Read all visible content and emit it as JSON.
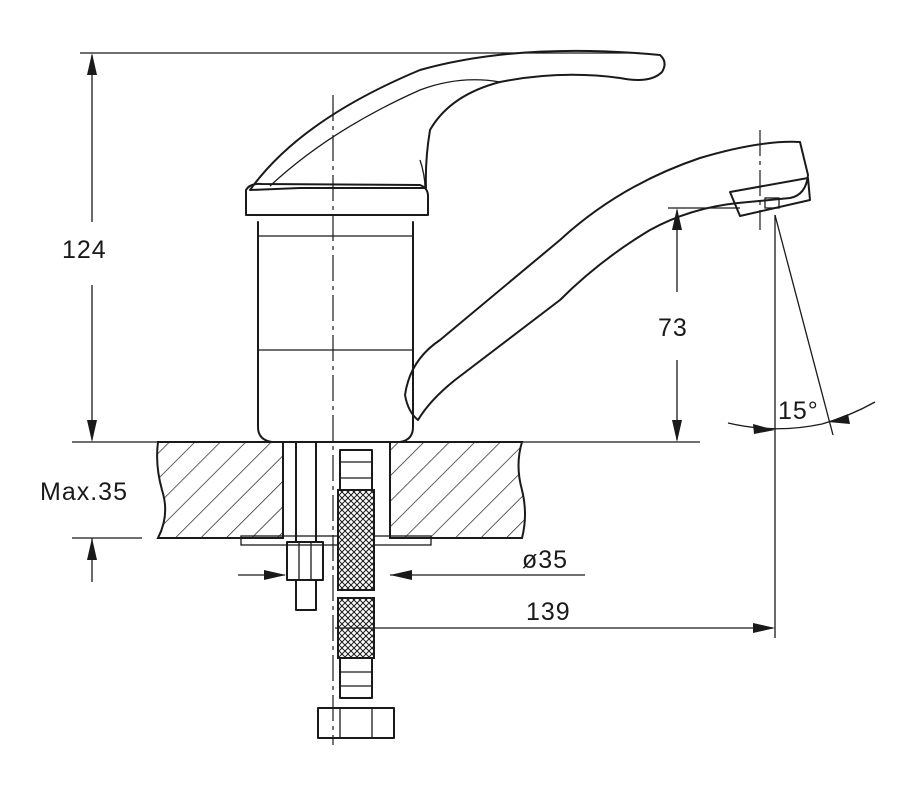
{
  "dimensions": {
    "total_height": "124",
    "spout_height": "73",
    "max_thickness": "Max.35",
    "hole_diameter": "ø35",
    "spout_reach": "139",
    "spout_angle": "15°"
  }
}
